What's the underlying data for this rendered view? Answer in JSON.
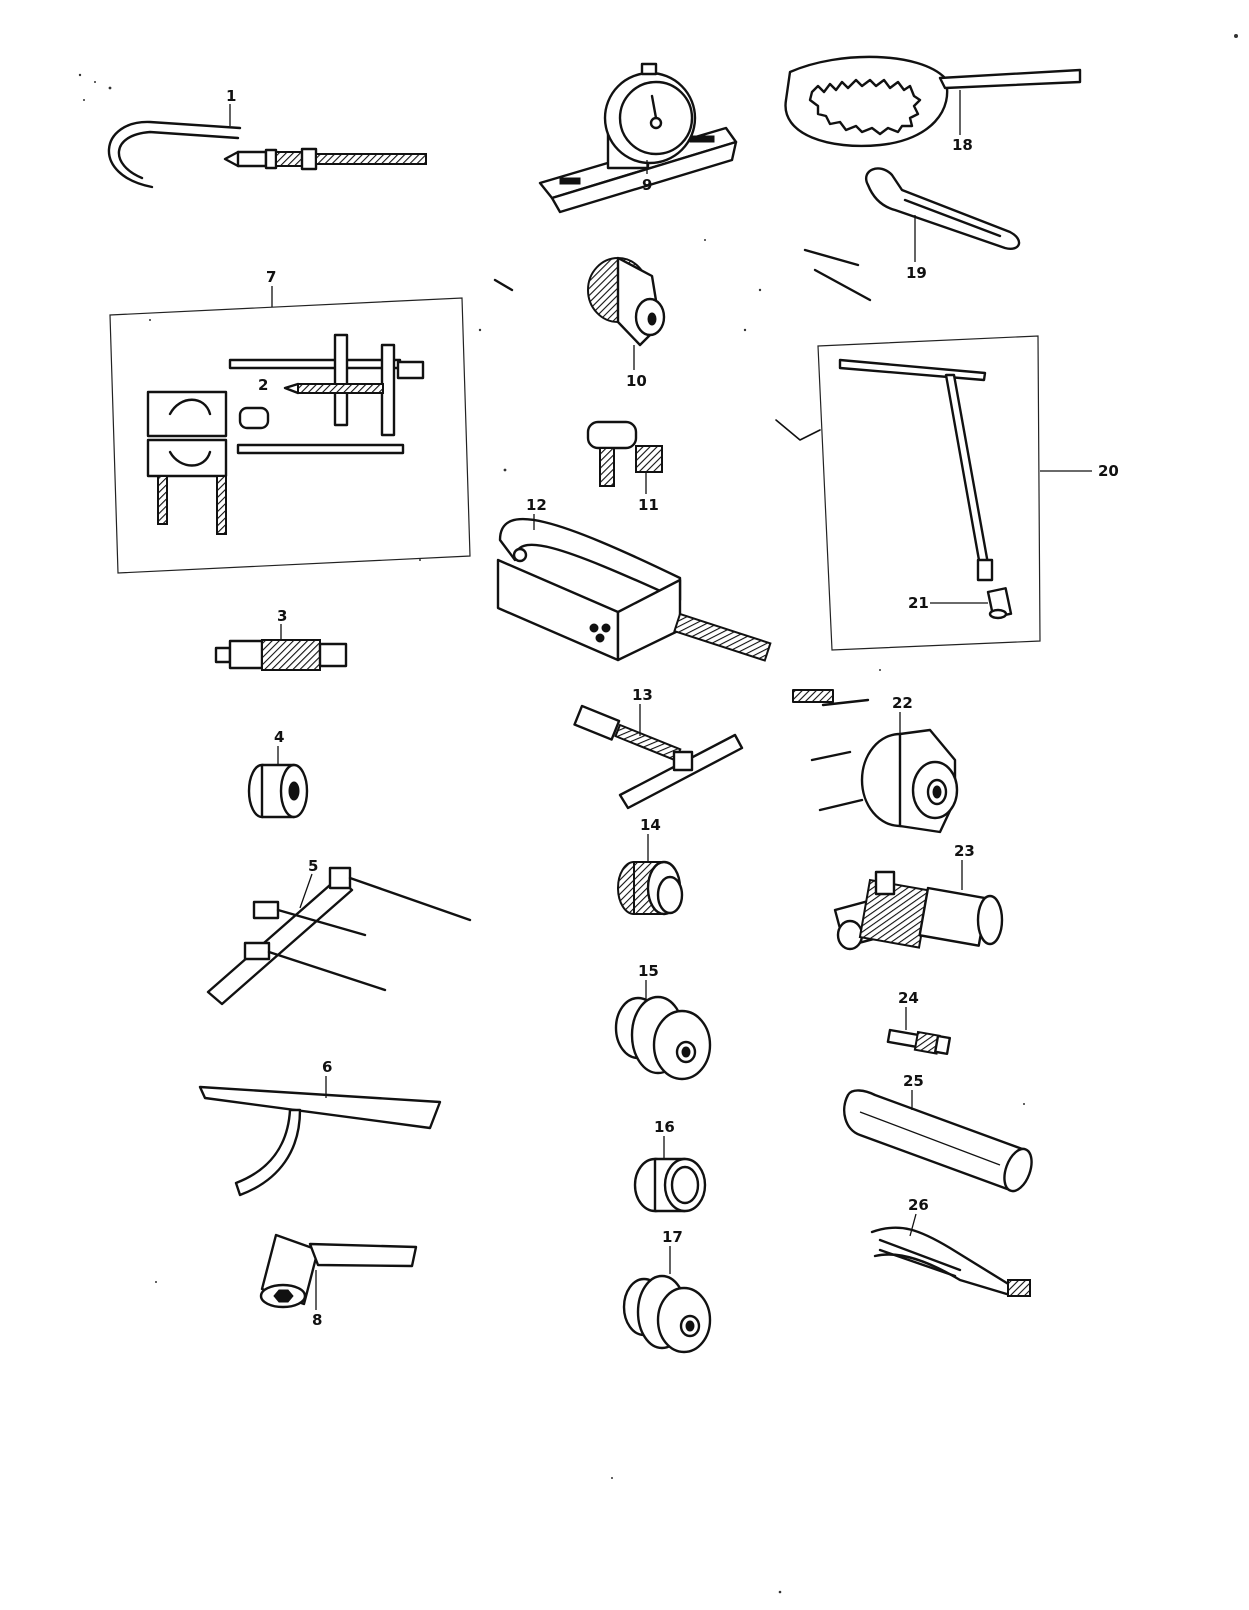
{
  "callouts": {
    "c1": "1",
    "c2": "2",
    "c3": "3",
    "c4": "4",
    "c5": "5",
    "c6": "6",
    "c7": "7",
    "c8": "8",
    "c9": "9",
    "c10": "10",
    "c11": "11",
    "c12": "12",
    "c13": "13",
    "c14": "14",
    "c15": "15",
    "c16": "16",
    "c17": "17",
    "c18": "18",
    "c19": "19",
    "c20": "20",
    "c21": "21",
    "c22": "22",
    "c23": "23",
    "c24": "24",
    "c25": "25",
    "c26": "26"
  },
  "icons": {
    "tool1": "c-clamp-puller-icon",
    "tool2": "small-adapter-icon",
    "tool3": "threaded-shaft-icon",
    "tool4": "bushing-icon",
    "tool5": "three-pin-spanner-icon",
    "tool6": "hooked-lever-icon",
    "tool7": "bearing-puller-icon",
    "tool8": "socket-wrench-icon",
    "tool9": "dial-gauge-stand-icon",
    "tool10": "knurled-cap-icon",
    "tool11": "angled-adapter-icon",
    "tool12": "yoke-press-icon",
    "tool13": "t-handle-socket-icon",
    "tool14": "knurled-driver-icon",
    "tool15": "stepped-driver-icon",
    "tool16": "ring-icon",
    "tool17": "stepped-driver-icon",
    "tool18": "clutch-holder-icon",
    "tool19": "hook-spanner-icon",
    "tool20": "t-bar-icon",
    "tool21": "tip-socket-icon",
    "tool22": "large-driver-icon",
    "tool23": "cylinder-adapter-icon",
    "tool24": "bolt-icon",
    "tool25": "tube-icon",
    "tool26": "snap-ring-pliers-icon"
  }
}
